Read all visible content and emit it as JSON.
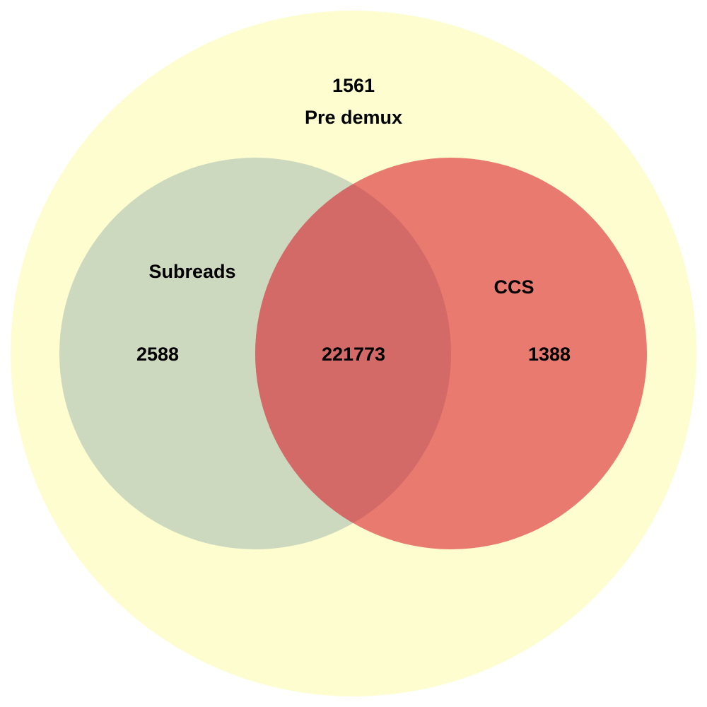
{
  "diagram": {
    "type": "venn",
    "colors": {
      "background": "#ffffff",
      "outer_fill": "#fefdcf",
      "subreads_fill": "#ccd9be",
      "ccs_fill": "#e97a6f",
      "overlap_fill": "#d36a67"
    },
    "sets": {
      "outer": {
        "name": "Pre demux",
        "count": "1561"
      },
      "subreads": {
        "name": "Subreads",
        "count": "2588"
      },
      "ccs": {
        "name": "CCS",
        "count": "1388"
      },
      "intersection": {
        "count": "221773"
      }
    }
  }
}
